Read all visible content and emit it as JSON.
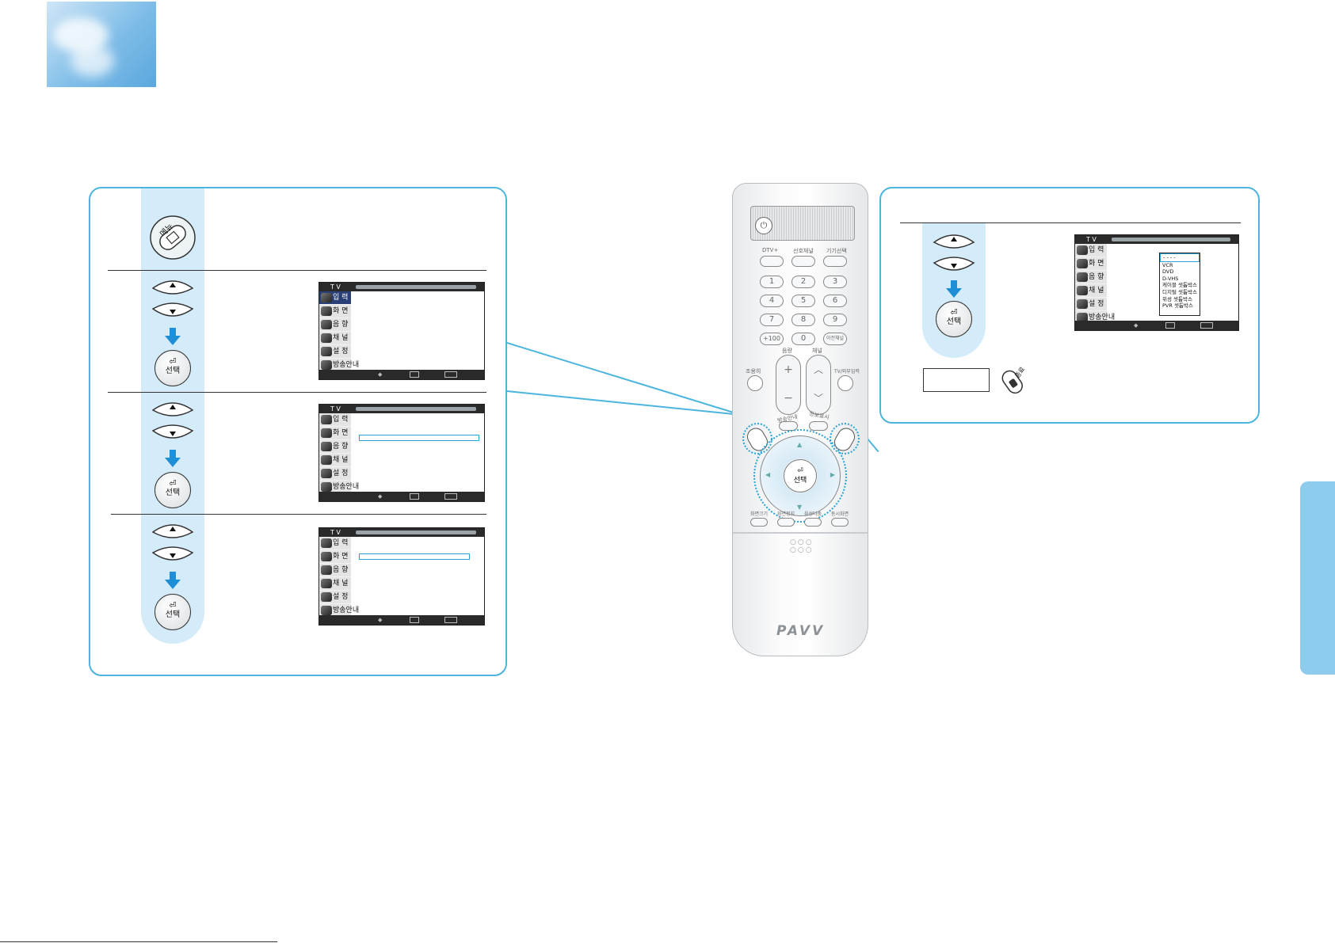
{
  "remote": {
    "power_label": "전원",
    "dtv_label": "DTV+",
    "fav_label": "선호채널",
    "source_label": "기기선택",
    "num_keys": [
      "1",
      "2",
      "3",
      "4",
      "5",
      "6",
      "7",
      "8",
      "9",
      "+100",
      "0",
      "이전채널"
    ],
    "vol_label": "음량",
    "ch_label": "채널",
    "mute_label": "조용히",
    "tv_label": "TV/외부입력",
    "guide_label": "방송안내",
    "info_label": "정보표시",
    "select_label": "선택",
    "bottom_keys": [
      "화면크기",
      "화면정지",
      "음성다중",
      "동시화면"
    ],
    "brand": "PAVV"
  },
  "buttons": {
    "menu_label": "메뉴",
    "select_label": "선택",
    "exit_label": "종료"
  },
  "osd": {
    "header": "T V",
    "menu_items": [
      "입  력",
      "화  면",
      "음  향",
      "채  널",
      "설  정",
      "방송안내"
    ],
    "device_list": [
      "- - - -",
      "VCR",
      "DVD",
      "D-VHS",
      "케이블 셋톱박스",
      "디지털 셋톱박스",
      "위성 셋톱박스",
      "PVR 셋톱박스"
    ]
  }
}
